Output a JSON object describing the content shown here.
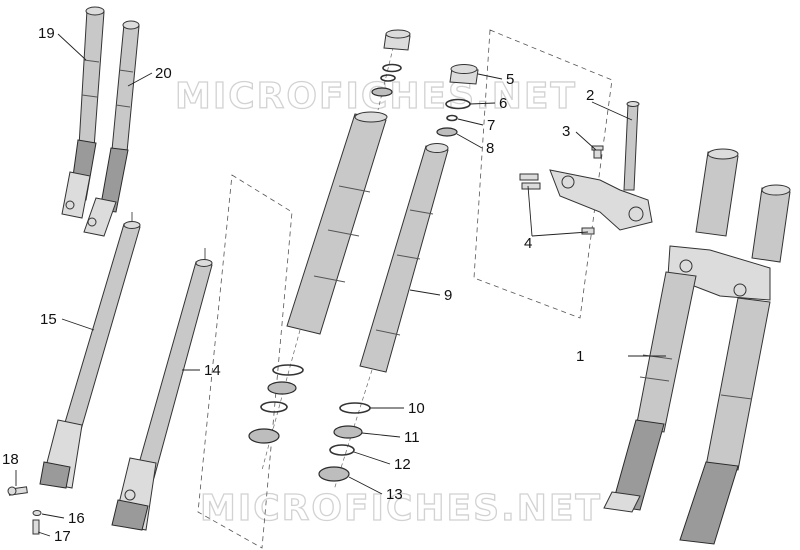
{
  "watermark": {
    "top": "MICROFICHES.NET",
    "bottom": "MICROFICHES.NET"
  },
  "callouts": {
    "c1": "1",
    "c2": "2",
    "c3": "3",
    "c4": "4",
    "c5": "5",
    "c6": "6",
    "c7": "7",
    "c8": "8",
    "c9": "9",
    "c10": "10",
    "c11": "11",
    "c12": "12",
    "c13": "13",
    "c14": "14",
    "c15": "15",
    "c16": "16",
    "c17": "17",
    "c18": "18",
    "c19": "19",
    "c20": "20"
  }
}
